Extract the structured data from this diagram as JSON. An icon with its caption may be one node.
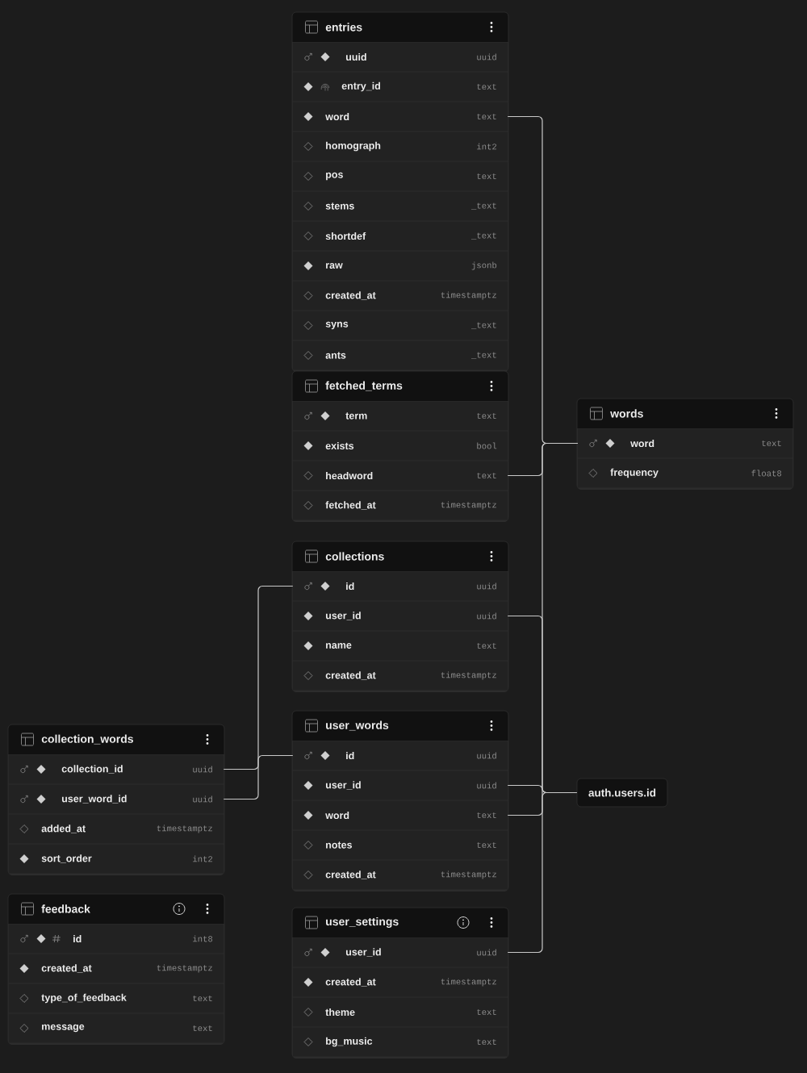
{
  "diagram": {
    "nodes": [
      {
        "text": [
          "entries"
        ]
      },
      {
        "text": [
          "uuid",
          "uuid"
        ],
        "in": 0
      },
      {
        "text": [
          "entry_id",
          "text"
        ],
        "in": 0
      },
      {
        "text": [
          "word",
          "text"
        ],
        "in": 0
      },
      {
        "text": [
          "homograph",
          "int2"
        ],
        "in": 0
      },
      {
        "text": [
          "pos",
          "text"
        ],
        "in": 0
      },
      {
        "text": [
          "stems",
          "_text"
        ],
        "in": 0
      },
      {
        "text": [
          "shortdef",
          "_text"
        ],
        "in": 0
      },
      {
        "text": [
          "raw",
          "jsonb"
        ],
        "in": 0
      },
      {
        "text": [
          "created_at",
          "timestamptz"
        ],
        "in": 0
      },
      {
        "text": [
          "syns",
          "_text"
        ],
        "in": 0
      },
      {
        "text": [
          "ants",
          "_text"
        ],
        "in": 0
      },
      {
        "text": [
          "fetched_terms"
        ]
      },
      {
        "text": [
          "term",
          "text"
        ],
        "in": 12
      },
      {
        "text": [
          "exists",
          "bool"
        ],
        "in": 12
      },
      {
        "text": [
          "headword",
          "text"
        ],
        "in": 12
      },
      {
        "text": [
          "fetched_at",
          "timestamptz"
        ],
        "in": 12
      },
      {
        "text": [
          "words"
        ]
      },
      {
        "text": [
          "word",
          "text"
        ],
        "in": 17
      },
      {
        "text": [
          "frequency",
          "float8"
        ],
        "in": 17
      },
      {
        "text": [
          "collections"
        ]
      },
      {
        "text": [
          "id",
          "uuid"
        ],
        "in": 20
      },
      {
        "text": [
          "user_id",
          "uuid"
        ],
        "in": 20
      },
      {
        "text": [
          "name",
          "text"
        ],
        "in": 20
      },
      {
        "text": [
          "created_at",
          "timestamptz"
        ],
        "in": 20
      },
      {
        "text": [
          "collection_words"
        ]
      },
      {
        "text": [
          "collection_id",
          "uuid"
        ],
        "in": 25
      },
      {
        "text": [
          "user_word_id",
          "uuid"
        ],
        "in": 25
      },
      {
        "text": [
          "added_at",
          "timestamptz"
        ],
        "in": 25
      },
      {
        "text": [
          "sort_order",
          "int2"
        ],
        "in": 25
      },
      {
        "text": [
          "user_words"
        ]
      },
      {
        "text": [
          "id",
          "uuid"
        ],
        "in": 30
      },
      {
        "text": [
          "user_id",
          "uuid"
        ],
        "in": 30
      },
      {
        "text": [
          "word",
          "text"
        ],
        "in": 30
      },
      {
        "text": [
          "notes",
          "text"
        ],
        "in": 30
      },
      {
        "text": [
          "created_at",
          "timestamptz"
        ],
        "in": 30
      },
      {
        "text": [
          "auth.users.id"
        ]
      },
      {
        "text": [
          "feedback"
        ]
      },
      {
        "text": [
          "id",
          "int8"
        ],
        "in": 37
      },
      {
        "text": [
          "created_at",
          "timestamptz"
        ],
        "in": 37
      },
      {
        "text": [
          "type_of_feedback",
          "text"
        ],
        "in": 37
      },
      {
        "text": [
          "message",
          "text"
        ],
        "in": 37
      },
      {
        "text": [
          "user_settings"
        ]
      },
      {
        "text": [
          "user_id",
          "uuid"
        ],
        "in": 42
      },
      {
        "text": [
          "created_at",
          "timestamptz"
        ],
        "in": 42
      },
      {
        "text": [
          "theme",
          "text"
        ],
        "in": 42
      },
      {
        "text": [
          "bg_music",
          "text"
        ],
        "in": 42
      }
    ],
    "edges": [
      {
        "from": 3,
        "to": 18,
        "arrow": "none"
      },
      {
        "from": 15,
        "to": 18,
        "arrow": "none"
      },
      {
        "from": 33,
        "to": 18,
        "arrow": "none"
      },
      {
        "from": 22,
        "to": 36,
        "arrow": "none"
      },
      {
        "from": 32,
        "to": 36,
        "arrow": "none"
      },
      {
        "from": 43,
        "to": 36,
        "arrow": "none"
      },
      {
        "from": 26,
        "to": 21,
        "arrow": "none"
      },
      {
        "from": 27,
        "to": 31,
        "arrow": "none"
      }
    ]
  }
}
